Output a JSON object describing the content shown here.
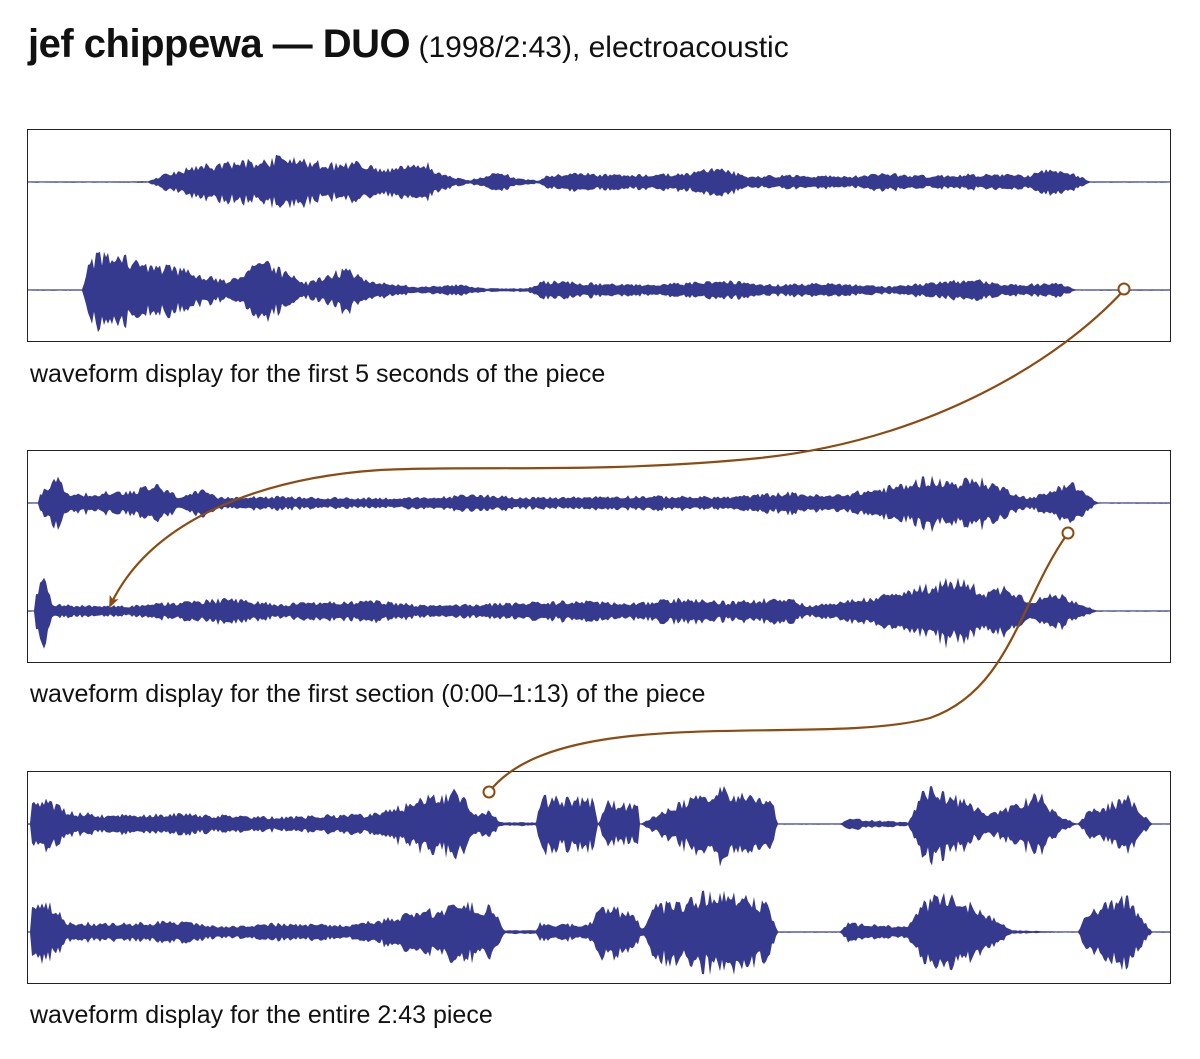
{
  "header": {
    "artist_work": "jef chippewa — DUO",
    "details": " (1998/2:43), electroacoustic"
  },
  "panels": [
    {
      "caption": "waveform display for the first 5 seconds of the piece"
    },
    {
      "caption": "waveform display for the first section (0:00–1:13) of the piece"
    },
    {
      "caption": "waveform display for the entire 2:43 piece"
    }
  ],
  "colors": {
    "waveform": "#363a8f",
    "connector": "#8b4c12",
    "frame": "#222222"
  }
}
